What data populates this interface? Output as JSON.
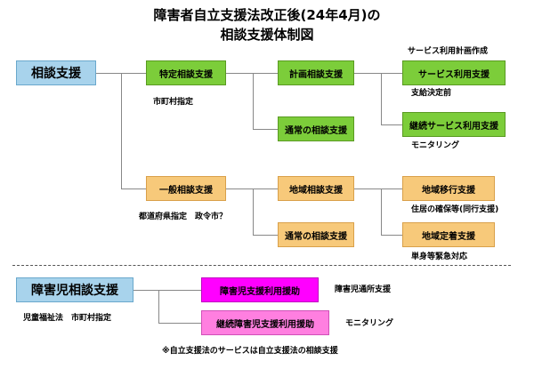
{
  "title": {
    "line1": "障害者自立支援法改正後(24年4月)の",
    "line2": "相談支援体制図"
  },
  "boxes": {
    "soudan_shien": "相談支援",
    "tokutei": "特定相談支援",
    "keikaku": "計画相談支援",
    "service_riyou": "サービス利用支援",
    "keizoku_service": "継続サービス利用支援",
    "tsujou1": "通常の相談支援",
    "ippan": "一般相談支援",
    "chiiki": "地域相談支援",
    "chiiki_ikou": "地域移行支援",
    "chiiki_teichaku": "地域定着支援",
    "tsujou2": "通常の相談支援",
    "shougaiji": "障害児相談支援",
    "shougaiji_riyou": "障害児支援利用援助",
    "keizoku_shougaiji": "継続障害児支援利用援助"
  },
  "notes": {
    "service_plan": "サービス利用計画作成",
    "shikyuu_kettei": "支給決定前",
    "shichouson": "市町村指定",
    "monitoring1": "モニタリング",
    "todoufuken": "都道府県指定　政令市？",
    "juukyo": "住居の確保等(同行支援)",
    "tanshin": "単身等緊急対応",
    "tsuusho": "障害児通所支援",
    "jidou_fukushi": "児童福祉法　市町村指定",
    "monitoring2": "モニタリング",
    "footnote": "※自立支援法のサービスは自立支援法の相談支援"
  }
}
